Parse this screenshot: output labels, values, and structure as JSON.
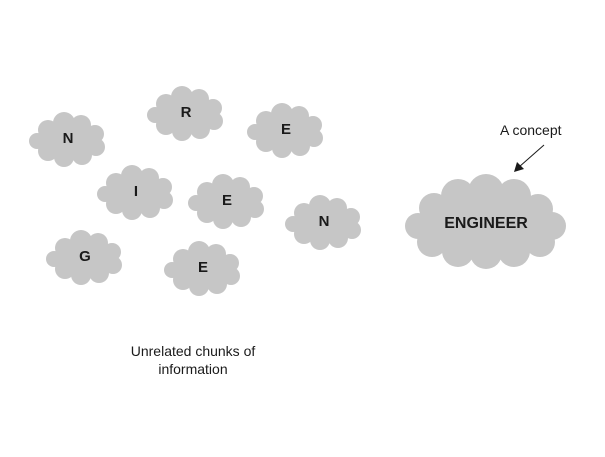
{
  "colors": {
    "cloud_fill": "#c6c6c6",
    "text": "#1a1a1a",
    "arrow": "#1a1a1a"
  },
  "chunks": [
    {
      "label": "N"
    },
    {
      "label": "R"
    },
    {
      "label": "E"
    },
    {
      "label": "I"
    },
    {
      "label": "E"
    },
    {
      "label": "N"
    },
    {
      "label": "G"
    },
    {
      "label": "E"
    }
  ],
  "concept_cloud": {
    "label": "ENGINEER"
  },
  "captions": {
    "chunks_line1": "Unrelated chunks of",
    "chunks_line2": "information",
    "concept": "A concept"
  }
}
